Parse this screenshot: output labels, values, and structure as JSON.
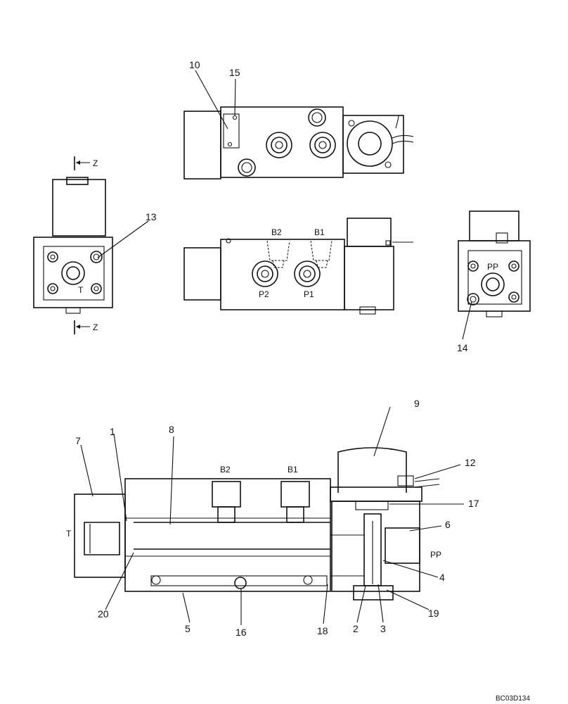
{
  "figure_ref": "BC03D134",
  "section_mark": "Z",
  "port_labels": {
    "t_left": "T",
    "b2_top": "B2",
    "b1_top": "B1",
    "p2": "P2",
    "p1": "P1",
    "pp_right": "PP",
    "b2_section": "B2",
    "b1_section": "B1",
    "t_section": "T",
    "pp_section": "PP"
  },
  "callouts": {
    "c1": "1",
    "c2": "2",
    "c3": "3",
    "c4": "4",
    "c5": "5",
    "c6": "6",
    "c7": "7",
    "c8": "8",
    "c9": "9",
    "c10": "10",
    "c12": "12",
    "c13": "13",
    "c14": "14",
    "c15": "15",
    "c16": "16",
    "c17": "17",
    "c18": "18",
    "c19": "19",
    "c20": "20"
  }
}
